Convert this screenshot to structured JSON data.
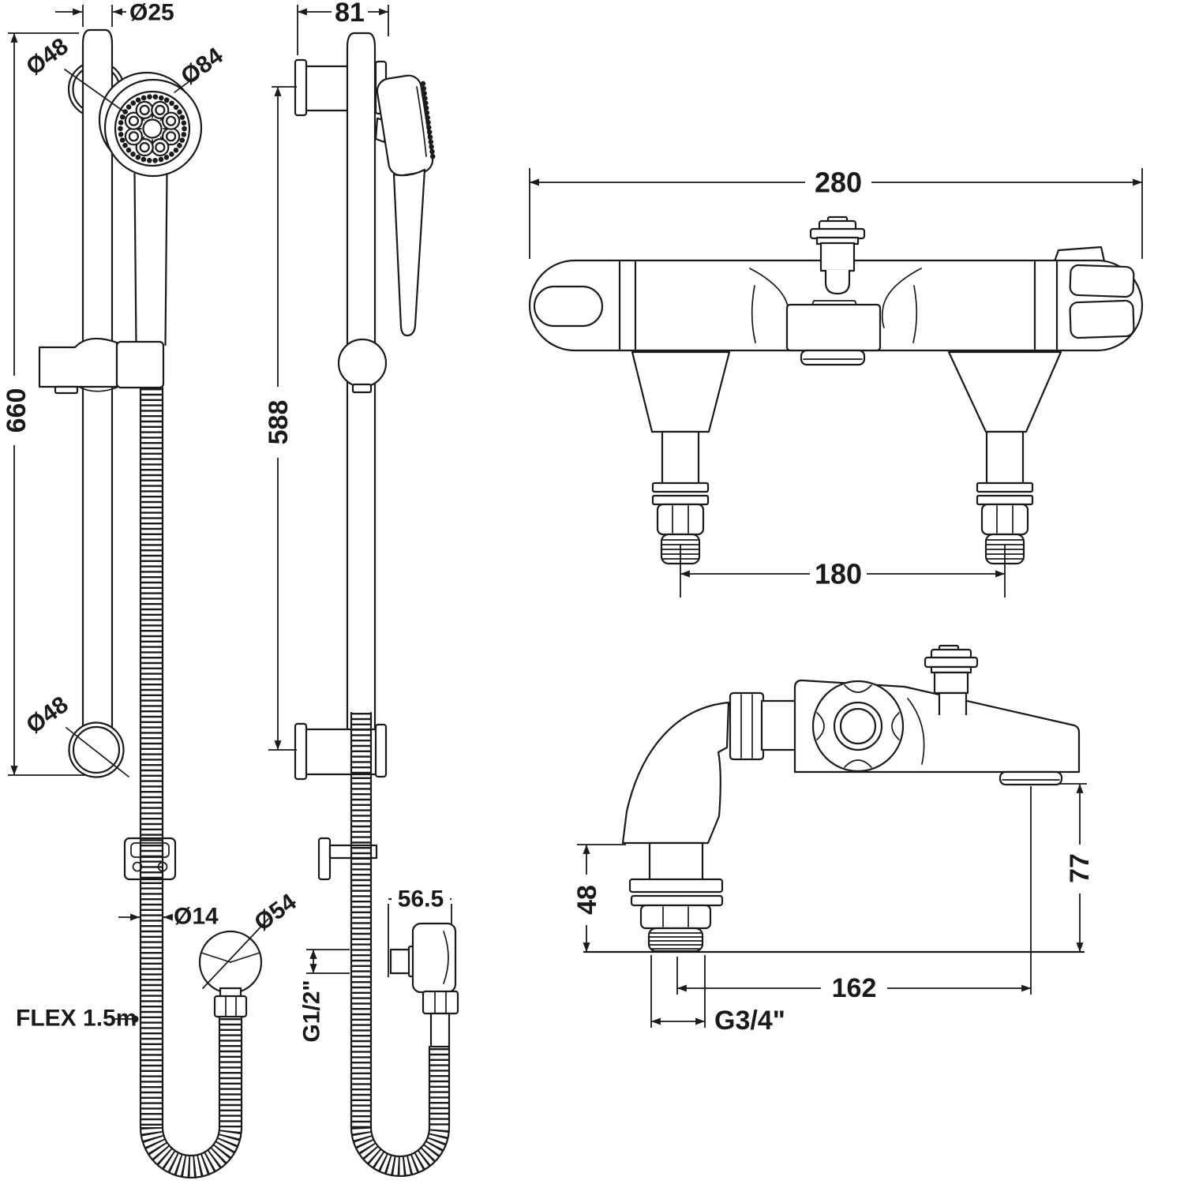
{
  "drawing": {
    "background": "#ffffff",
    "line_color": "#1a1a1a",
    "labels": {
      "dia25": "Ø25",
      "dia48_top": "Ø48",
      "dia84": "Ø84",
      "len660": "660",
      "dia48_bottom": "Ø48",
      "dia14": "Ø14",
      "dia54": "Ø54",
      "flex": "FLEX 1.5m",
      "len81": "81",
      "len588": "588",
      "g_half": "G1/2\"",
      "len56_5": "56.5",
      "len280": "280",
      "len180": "180",
      "len48": "48",
      "len77": "77",
      "len162": "162",
      "g_three_quarters": "G3/4\""
    }
  }
}
